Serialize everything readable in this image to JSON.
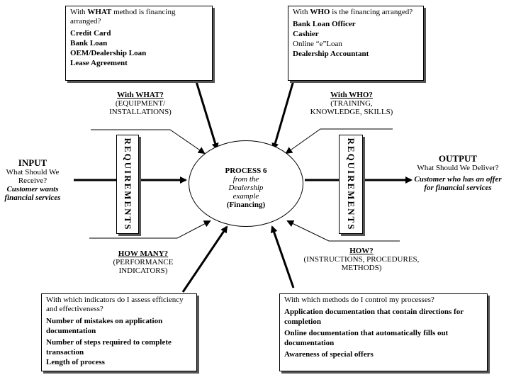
{
  "what_box": {
    "question_pre": "With ",
    "question_bold": "WHAT",
    "question_post": " method is financing arranged?",
    "items": [
      "Credit Card",
      "Bank Loan",
      "OEM/Dealership Loan",
      "Lease Agreement"
    ]
  },
  "who_box": {
    "question_pre": "With ",
    "question_bold": "WHO",
    "question_post": " is the financing arranged?",
    "items": [
      "Bank Loan Officer",
      "Cashier",
      "Online “e”Loan",
      "Dealership Accountant"
    ]
  },
  "how_many_box": {
    "question": "With which indicators do I assess efficiency and effectiveness?",
    "items": [
      "Number of mistakes on application documentation",
      "Number of steps required to complete transaction",
      "Length of process"
    ]
  },
  "how_box": {
    "question": "With which methods do I control my processes?",
    "items": [
      "Application documentation that contain directions for completion",
      "Online documentation that automatically fills out documentation",
      "Awareness of special offers"
    ]
  },
  "labels": {
    "with_what": {
      "heading": "With WHAT?",
      "sub": "(EQUIPMENT/ INSTALLATIONS)"
    },
    "with_who": {
      "heading": "With WHO?",
      "sub": "(TRAINING, KNOWLEDGE, SKILLS)"
    },
    "how_many": {
      "heading": "HOW MANY?",
      "sub": "(PERFORMANCE INDICATORS)"
    },
    "how": {
      "heading": "HOW?",
      "sub": "(INSTRUCTIONS, PROCEDURES, METHODS)"
    }
  },
  "input": {
    "heading": "INPUT",
    "question": "What Should We Receive?",
    "answer": "Customer wants financial services"
  },
  "output": {
    "heading": "OUTPUT",
    "question": "What Should We Deliver?",
    "answer": "Customer who has an offer for financial services"
  },
  "requirements_left": "REQUIREMENTS",
  "requirements_right": "REQUIREMENTS",
  "process": {
    "title": "PROCESS 6",
    "subtitle": "from the Dealership example",
    "name": "(Financing)"
  }
}
